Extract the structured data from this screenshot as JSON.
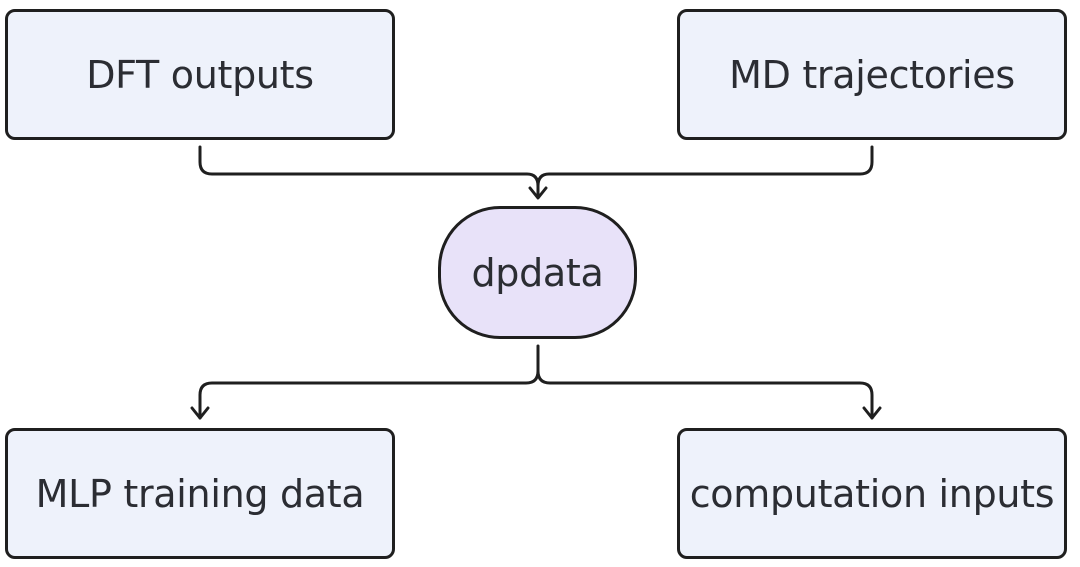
{
  "diagram": {
    "nodes": {
      "dft_outputs": "DFT outputs",
      "md_trajectories": "MD trajectories",
      "dpdata": "dpdata",
      "mlp_training_data": "MLP training data",
      "computation_inputs": "computation inputs"
    },
    "edges": [
      {
        "from": "DFT outputs",
        "to": "dpdata"
      },
      {
        "from": "MD trajectories",
        "to": "dpdata"
      },
      {
        "from": "dpdata",
        "to": "MLP training data"
      },
      {
        "from": "dpdata",
        "to": "computation inputs"
      }
    ]
  }
}
